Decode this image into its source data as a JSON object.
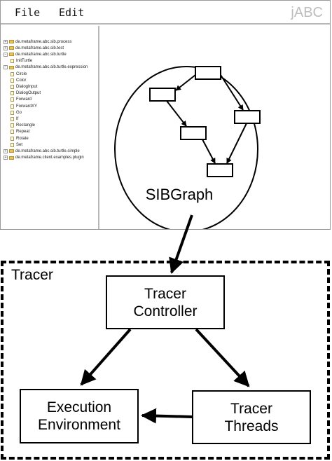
{
  "menu": {
    "file": "File",
    "edit": "Edit",
    "brand": "jABC"
  },
  "tree": {
    "items": [
      {
        "label": "de.metaframe.abc.sib.process",
        "kind": "package"
      },
      {
        "label": "de.metaframe.abc.sib.test",
        "kind": "package"
      },
      {
        "label": "de.metaframe.abc.sib.turtle",
        "kind": "package-open"
      },
      {
        "label": "InitTurtle",
        "kind": "sib"
      },
      {
        "label": "de.metaframe.abc.sib.turtle.expression",
        "kind": "package-open"
      },
      {
        "label": "Circle",
        "kind": "sib"
      },
      {
        "label": "Color",
        "kind": "sib"
      },
      {
        "label": "DialogInput",
        "kind": "sib"
      },
      {
        "label": "DialogOutput",
        "kind": "sib"
      },
      {
        "label": "Forward",
        "kind": "sib"
      },
      {
        "label": "ForwardXY",
        "kind": "sib"
      },
      {
        "label": "Go",
        "kind": "sib"
      },
      {
        "label": "If",
        "kind": "sib"
      },
      {
        "label": "Rectangle",
        "kind": "sib"
      },
      {
        "label": "Repeat",
        "kind": "sib"
      },
      {
        "label": "Rotate",
        "kind": "sib"
      },
      {
        "label": "Set",
        "kind": "sib"
      },
      {
        "label": "de.metaframe.abc.sib.turtle.simple",
        "kind": "package"
      },
      {
        "label": "de.metaframe.client.examples.plugin",
        "kind": "package"
      }
    ]
  },
  "graph": {
    "label": "SIBGraph"
  },
  "tracer": {
    "label": "Tracer",
    "controller": [
      "Tracer",
      "Controller"
    ],
    "environment": [
      "Execution",
      "Environment"
    ],
    "threads": [
      "Tracer",
      "Threads"
    ]
  }
}
